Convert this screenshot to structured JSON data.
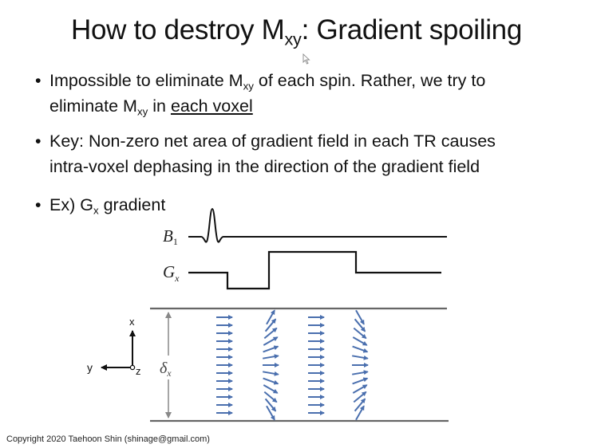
{
  "slide": {
    "title": {
      "prefix": "How to destroy M",
      "sub": "xy",
      "suffix": ": Gradient spoiling"
    },
    "bullets": [
      {
        "bullet": "•",
        "parts": {
          "a": "Impossible to eliminate M",
          "a_sub": "xy",
          "b": " of each spin. Rather, we try to",
          "c": "eliminate M",
          "c_sub": "xy",
          "d": " in ",
          "e_underlined": "each voxel"
        }
      },
      {
        "bullet": "•",
        "line1": "Key: Non-zero net area of gradient field in each TR causes",
        "line2": "intra-voxel dephasing in the direction of the gradient field"
      },
      {
        "bullet": "•",
        "prefix": "Ex) G",
        "sub": "x",
        "suffix": " gradient"
      }
    ],
    "diagram": {
      "pulse_labels": {
        "b1": "B",
        "b1_sub": "1",
        "gx": "G",
        "gx_sub": "x"
      },
      "axes": {
        "x": "x",
        "y": "y",
        "z": "z"
      },
      "voxel_label": {
        "main": "δ",
        "sub": "x"
      },
      "arrow_color": "#4a6fae",
      "columns": [
        {
          "name": "in-phase-1",
          "rows": 13,
          "dephasing": false
        },
        {
          "name": "dephased-1",
          "rows": 13,
          "dephasing": true,
          "direction": "fan-up-top"
        },
        {
          "name": "in-phase-2",
          "rows": 13,
          "dephasing": false
        },
        {
          "name": "dephased-2",
          "rows": 13,
          "dephasing": true,
          "direction": "fan-down-top"
        }
      ]
    },
    "copyright": "Copyright 2020 Taehoon Shin (shinage@gmail.com)"
  }
}
